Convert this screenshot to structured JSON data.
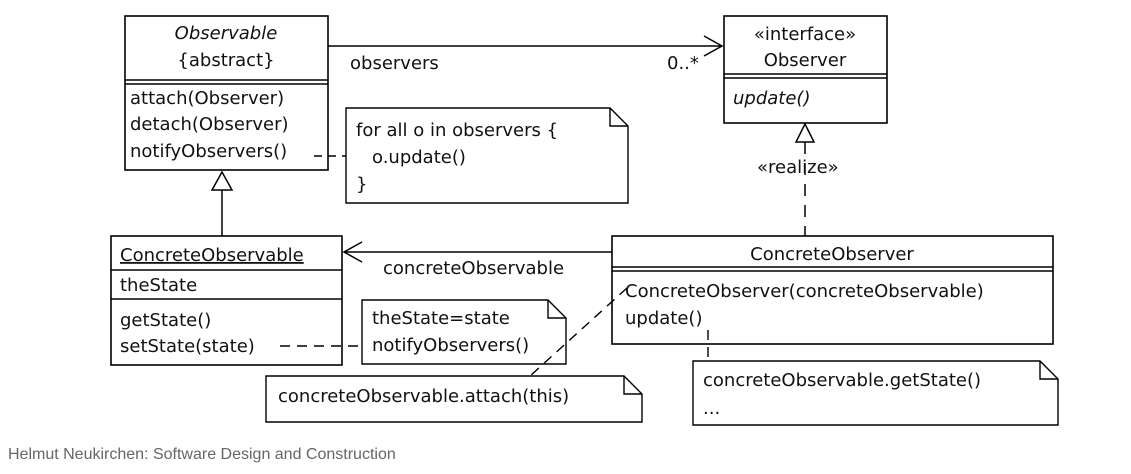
{
  "observable": {
    "name": "Observable",
    "stereotype": "{abstract}",
    "methods": [
      "attach(Observer)",
      "detach(Observer)",
      "notifyObservers()"
    ]
  },
  "observer": {
    "stereotype": "«interface»",
    "name": "Observer",
    "methods": [
      "update()"
    ]
  },
  "concrete_observable": {
    "name": "ConcreteObservable",
    "attributes": [
      "theState"
    ],
    "methods": [
      "getState()",
      "setState(state)"
    ]
  },
  "concrete_observer": {
    "name": "ConcreteObserver",
    "methods": [
      "ConcreteObserver(concreteObservable)",
      "update()"
    ]
  },
  "associations": {
    "observers_label": "observers",
    "observers_multiplicity": "0..*",
    "concrete_observable_label": "concreteObservable",
    "realize_label": "«realize»"
  },
  "notes": {
    "notify": [
      "for all o in observers {",
      "o.update()",
      "}"
    ],
    "set_state": [
      "theState=state",
      "notifyObservers()"
    ],
    "attach": [
      "concreteObservable.attach(this)"
    ],
    "update": [
      "concreteObservable.getState()",
      "..."
    ]
  },
  "footer": "Helmut Neukirchen: Software Design and Construction"
}
